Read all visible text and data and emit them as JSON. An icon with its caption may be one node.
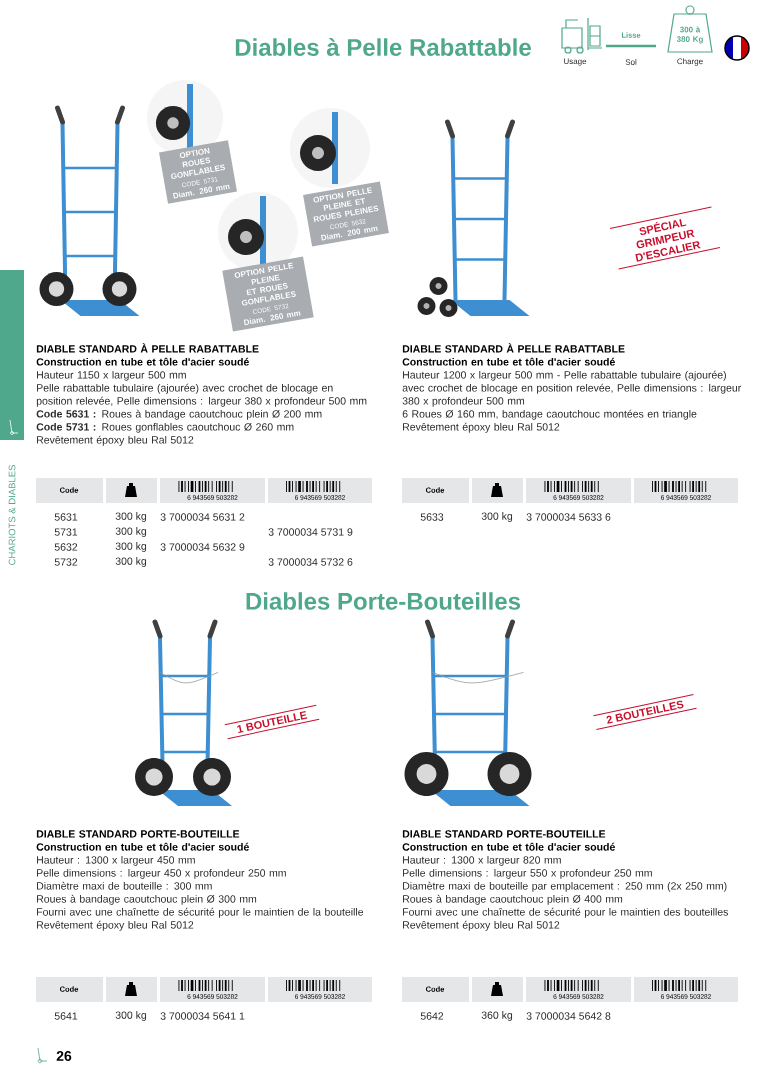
{
  "diagram": {
    "title": "Diables à Pelle Rabattable",
    "nodes": [
      {
        "text": [
          "OPTION ROUES GONFLABLES",
          "CODE 5731",
          "Diam. 260 mm"
        ]
      },
      {
        "text": [
          "OPTION PELLE PLEINE ET ROUES PLEINES",
          "CODE 5632",
          "Diam. 200 mm"
        ]
      },
      {
        "text": [
          "OPTION PELLE PLEINE ET ROUES GONFLABLES",
          "CODE 5732",
          "Diam. 260 mm"
        ]
      }
    ],
    "labels": [
      "Usage",
      "Lisse",
      "Sol",
      "300 à 380 Kg",
      "Charge",
      "SPÉCIAL GRIMPEUR D'ESCALIER",
      "DIABLE STANDARD À PELLE RABATTABLE",
      "Construction en tube et tôle d'acier soudé",
      "Hauteur 1150 x largeur 500 mm",
      "Pelle rabattable tubulaire (ajourée) avec crochet de blocage en position relevée, Pelle dimensions : largeur 380 x profondeur 500 mm",
      "**Code 5631 :** Roues à bandage caoutchouc plein Ø 200 mm",
      "**Code 5731 :** Roues gonflables caoutchouc Ø 260 mm",
      "Revêtement époxy bleu Ral 5012",
      "Code",
      "6 943569 503282",
      "6 943569 503282",
      "5631",
      "300 kg",
      "3 7000034 5631 2",
      "5731",
      "300 kg",
      "3 7000034 5731 9",
      "5632",
      "300 kg",
      "3 7000034 5632 9",
      "5732",
      "300 kg",
      "3 7000034 5732 6",
      "DIABLE STANDARD À PELLE RABATTABLE",
      "Construction en tube et tôle d'acier soudé",
      "Hauteur 1200 x largeur 500 mm - Pelle rabattable tubulaire (ajourée) avec crochet de blocage en position relevée, Pelle dimensions : largeur 380 x profondeur 500 mm",
      "6 Roues Ø 160 mm, bandage caoutchouc montées en triangle",
      "Revêtement époxy bleu Ral 5012",
      "Code",
      "6 943569 503282",
      "6 943569 503282",
      "5633",
      "300 kg",
      "3 7000034 5633 6",
      "Diables Porte-Bouteilles",
      "1 BOUTEILLE",
      "2 BOUTEILLES",
      "DIABLE STANDARD PORTE-BOUTEILLE",
      "Construction en tube et tôle d'acier soudé",
      "Hauteur : 1300 x largeur 450 mm",
      "Pelle dimensions : largeur 450 x profondeur 250 mm",
      "Diamètre maxi de bouteille : 300 mm",
      "Roues à bandage caoutchouc plein Ø 300 mm",
      "Fourni avec une chaînette de sécurité pour le maintien de la bouteille",
      "Revêtement époxy bleu Ral 5012",
      "Code",
      "6 943569 503282",
      "6 943569 503282",
      "5641",
      "300 kg",
      "3 7000034 5641 1",
      "DIABLE STANDARD PORTE-BOUTEILLE",
      "Construction en tube et tôle d'acier soudé",
      "Hauteur : 1300 x largeur 820 mm",
      "Pelle dimensions : largeur 550 x profondeur 250 mm",
      "Diamètre maxi de bouteille par emplacement : 250 mm (2x 250 mm)",
      "Roues à bandage caoutchouc plein Ø 400 mm",
      "Fourni avec une chaînette de sécurité pour le maintien des bouteilles",
      "Revêtement époxy bleu Ral 5012",
      "Code",
      "6 943569 503282",
      "6 943569 503282",
      "5642",
      "360 kg",
      "3 7000034 5642 8",
      "CHARIOTS & DIABLES",
      "26"
    ]
  }
}
